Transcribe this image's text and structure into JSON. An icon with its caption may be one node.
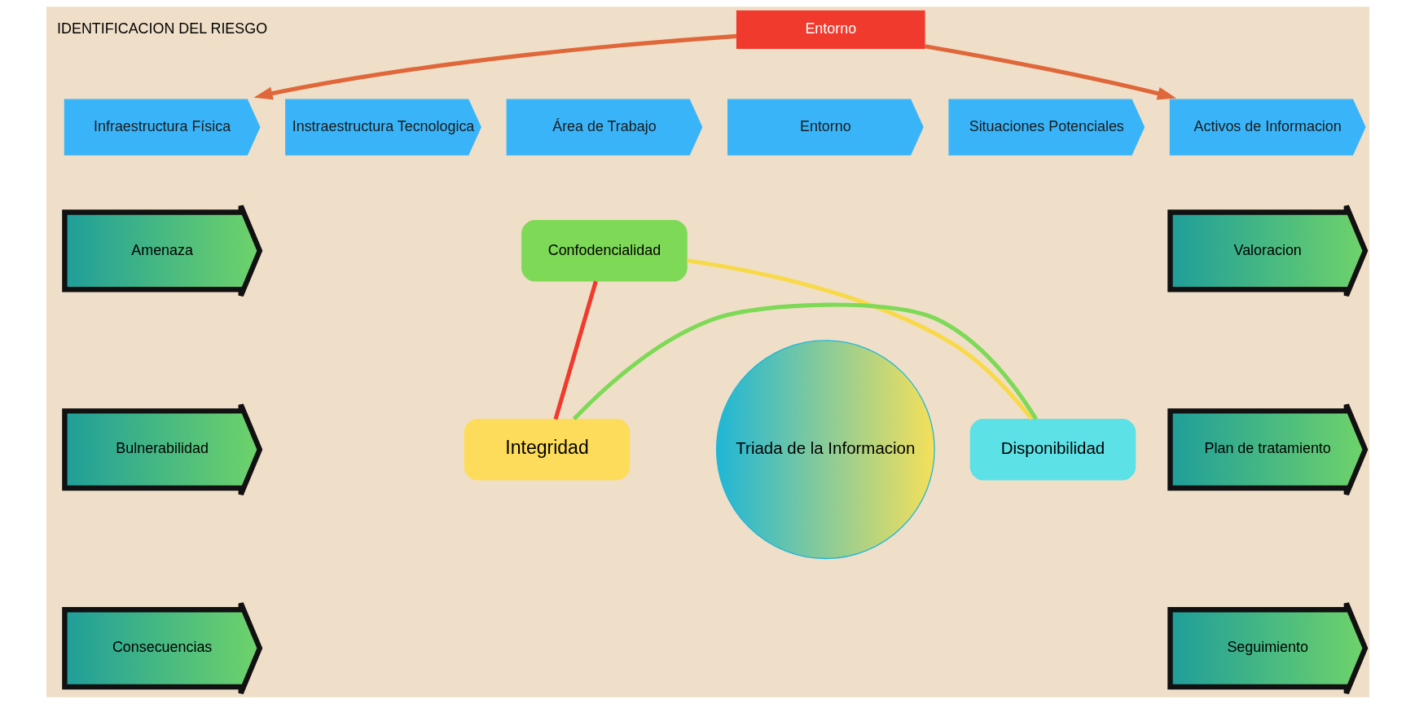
{
  "diagram": {
    "nodes": [
      {
        "text": [
          "Entorno"
        ]
      },
      {
        "text": [
          "Infraestructura Física"
        ]
      },
      {
        "text": [
          "Instraestructura Tecnologica"
        ]
      },
      {
        "text": [
          "Área de Trabajo"
        ]
      },
      {
        "text": [
          "Entorno"
        ]
      },
      {
        "text": [
          "Situaciones Potenciales"
        ]
      },
      {
        "text": [
          "Activos de Informacion"
        ]
      },
      {
        "text": [
          "Amenaza"
        ]
      },
      {
        "text": [
          "Bulnerabilidad"
        ]
      },
      {
        "text": [
          "Consecuencias"
        ]
      },
      {
        "text": [
          "Confodencialidad"
        ]
      },
      {
        "text": [
          "Integridad"
        ]
      },
      {
        "text": [
          "Triada de la Informacion"
        ]
      },
      {
        "text": [
          "Disponibilidad"
        ]
      },
      {
        "text": [
          "Valoracion"
        ]
      },
      {
        "text": [
          "Plan de tratamiento"
        ]
      },
      {
        "text": [
          "Seguimiento"
        ]
      }
    ],
    "edges": [
      {
        "from": 0,
        "to": 1,
        "arrow": "to",
        "color": "#e0673a"
      },
      {
        "from": 0,
        "to": 6,
        "arrow": "to",
        "color": "#e0673a"
      },
      {
        "from": 11,
        "to": 10,
        "arrow": "none",
        "color": "#f03a2e"
      },
      {
        "from": 10,
        "to": 13,
        "arrow": "none",
        "color": "#f8d94a"
      },
      {
        "from": 11,
        "to": 13,
        "arrow": "none",
        "color": "#7ed957"
      }
    ],
    "labels": [
      "IDENTIFICACION DEL RIESGO"
    ]
  }
}
